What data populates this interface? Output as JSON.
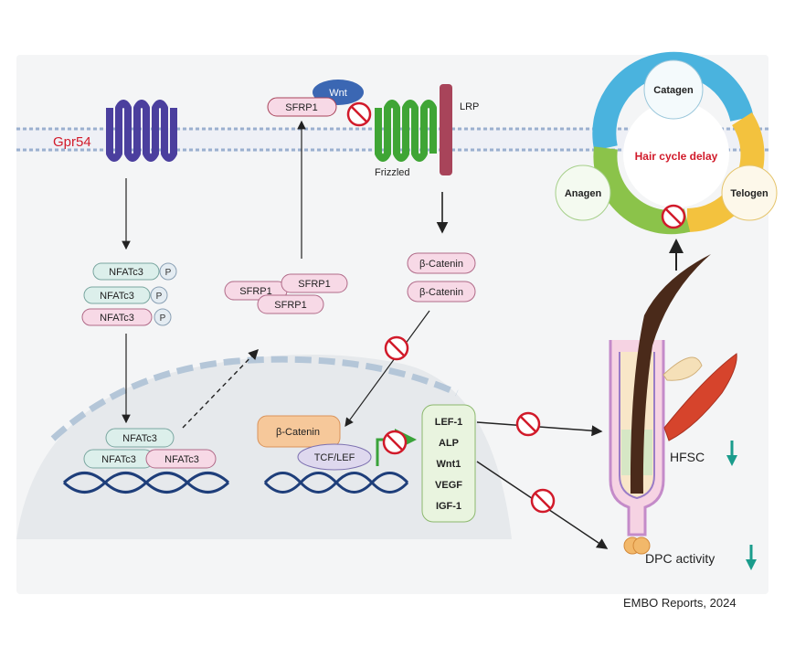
{
  "membrane": {
    "gpr54": "Gpr54",
    "sfrp1": "SFRP1",
    "wnt": "Wnt",
    "lrp": "LRP",
    "frizzled": "Frizzled"
  },
  "cytoplasm": {
    "nfatc3_p": [
      "NFATc3",
      "NFATc3",
      "NFATc3"
    ],
    "p_label": "P",
    "sfrp1_cluster": [
      "SFRP1",
      "SFRP1",
      "SFRP1"
    ],
    "beta_catenin": [
      "β-Catenin",
      "β-Catenin"
    ]
  },
  "nucleus": {
    "nfatc3": [
      "NFATc3",
      "NFATc3",
      "NFATc3"
    ],
    "beta_catenin": "β-Catenin",
    "tcf_lef": "TCF/LEF",
    "target_genes": [
      "LEF-1",
      "ALP",
      "Wnt1",
      "VEGF",
      "IGF-1"
    ]
  },
  "hair_cycle": {
    "center": "Hair cycle delay",
    "stages": [
      "Catagen",
      "Anagen",
      "Telogen"
    ]
  },
  "follicle": {
    "hfsc": "HFSC",
    "dpc": "DPC activity"
  },
  "colors": {
    "receptor": "#4b3f9e",
    "frizzled": "#3fa535",
    "lrp": "#a8445a",
    "nfat_fill": "#dcefeb",
    "pink_fill": "#f7d9e6",
    "inhibit": "#d11a2a",
    "down_arrow": "#1a9c8c"
  },
  "citation": "EMBO Reports, 2024"
}
